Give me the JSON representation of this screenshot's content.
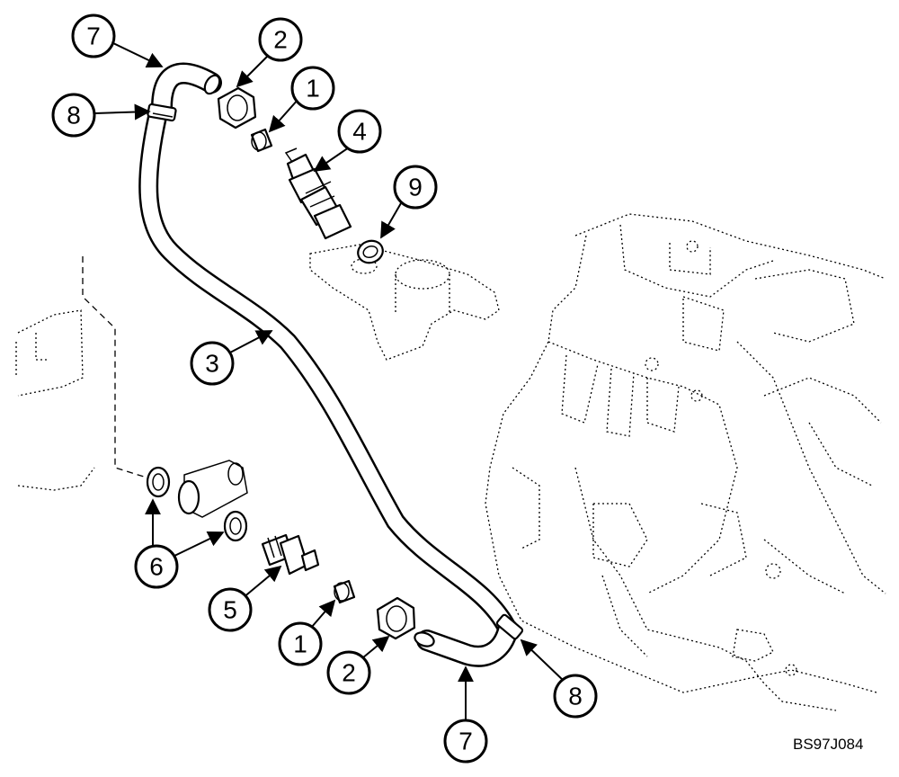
{
  "figure_code": "BS97J084",
  "callouts": {
    "hose_top_label": "7",
    "clamp_top_label": "8",
    "nut_top_label": "2",
    "ferrule_top_label": "1",
    "sender_label": "4",
    "washer_top_label": "9",
    "hose_label": "3",
    "washers_label": "6",
    "switch_label": "5",
    "ferrule_bottom_label": "1",
    "nut_bottom_label": "2",
    "clamp_bottom_label": "8",
    "hose_bottom_label": "7"
  }
}
